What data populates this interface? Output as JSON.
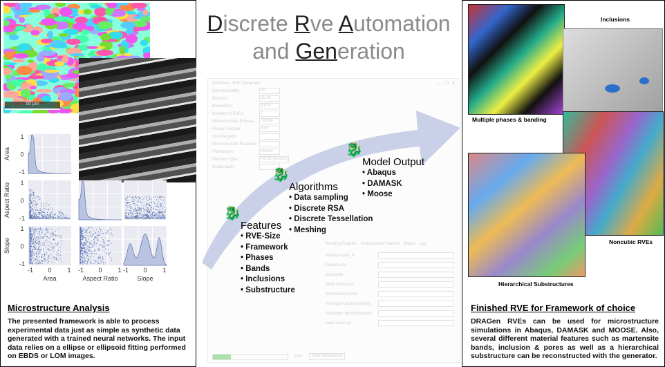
{
  "left_panel": {
    "scalebar_label": "50 µm",
    "pairplot": {
      "variables": [
        "Area",
        "Aspect Ratio",
        "Slope"
      ],
      "ticks": [
        "-1",
        "0",
        "1"
      ]
    },
    "title": "Microstructure Analysis",
    "text": "The presented framework is able to process experimental data just as simple as synthetic data generated with a trained neural networks. The input data relies on a ellipse or ellipsoid fitting performed on EBDS or LOM images."
  },
  "middle_panel": {
    "title_line1": [
      {
        "u": "D",
        "r": "iscrete "
      },
      {
        "u": "R",
        "r": "ve "
      },
      {
        "u": "A",
        "r": "utomation"
      }
    ],
    "title_line2": {
      "pre": "and ",
      "u": "Gen",
      "post": "eration"
    },
    "gui": {
      "window_title": "DRAGen - RVE Generator",
      "rows": [
        "Dimensionality:",
        "Boxsize:",
        "Resolution:",
        "Number of RVEs:",
        "Microstructure Phases:",
        "Phase Fraction:",
        "Inputfile path:",
        "Microstructure Features:",
        "Framework:",
        "Element Type:",
        "Output path:"
      ],
      "values": [
        "3D",
        "25,00",
        "3,000",
        "1",
        "Ferrite",
        "0,00",
        "",
        "",
        "Moose",
        "HEX8 (Moose)",
        ""
      ],
      "tabs": [
        "Banding Feature",
        "Substructure Feature",
        "Status",
        "Log"
      ],
      "sub_rows": [
        "Packet equiv_d",
        "Packet size",
        "circularity",
        "block thickness",
        "decreasing factor",
        "minimum blockthickness",
        "maximum blockthickness",
        "save result as:"
      ],
      "progress_percent": 24,
      "progress_label": "24%",
      "start_button": "Start Generation"
    },
    "stages": [
      {
        "title": "Features",
        "items": [
          "RVE-Size",
          "Framework",
          "Phases",
          "Bands",
          "Inclusions",
          "Substructure"
        ]
      },
      {
        "title": "Algorithms",
        "items": [
          "Data sampling",
          "Discrete RSA",
          "Discrete Tessellation",
          "Meshing"
        ]
      },
      {
        "title": "Model Output",
        "items": [
          "Abaqus",
          "DAMASK",
          "Moose"
        ]
      }
    ],
    "arrow_color": "#c3cbe6"
  },
  "right_panel": {
    "labels": [
      "Inclusions",
      "Multiple phases & banding",
      "Noncubic RVEs",
      "Hierarchical Substructures"
    ],
    "title": "Finished RVE for Framework of choice",
    "text": "DRAGen RVEs can be used for microstructure simulations in Abaqus, DAMASK and MOOSE. Also, several different material features such as martensite bands, inclusion & pores as well as a hierarchical substructure can be reconstructed with the generator."
  }
}
